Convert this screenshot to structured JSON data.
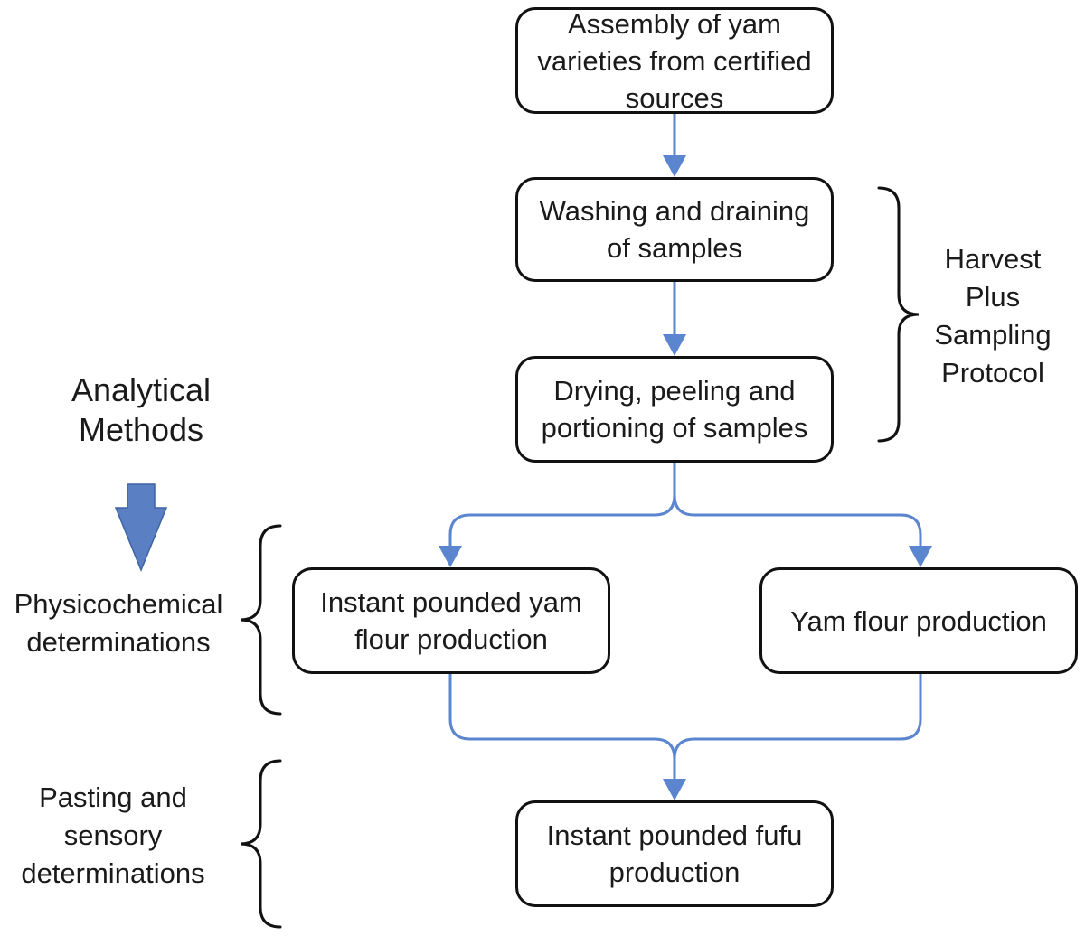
{
  "steps": {
    "assembly": "Assembly of yam\nvarieties from certified\nsources",
    "washing": "Washing and draining\nof samples",
    "drying": "Drying, peeling and\nportioning of samples",
    "instant_flour": "Instant pounded yam\nflour production",
    "yam_flour": "Yam flour production",
    "fufu": "Instant pounded fufu\nproduction"
  },
  "annotations": {
    "harvest_plus": "Harvest\nPlus\nSampling\nProtocol",
    "analytical_methods": "Analytical\nMethods",
    "physicochemical": "Physicochemical\ndeterminations",
    "pasting_sensory": "Pasting and\nsensory\ndeterminations"
  },
  "colors": {
    "arrow": "#5b85cf",
    "big_arrow": "#5b7fc3",
    "box_border": "#111111",
    "text": "#1a1a1a"
  }
}
